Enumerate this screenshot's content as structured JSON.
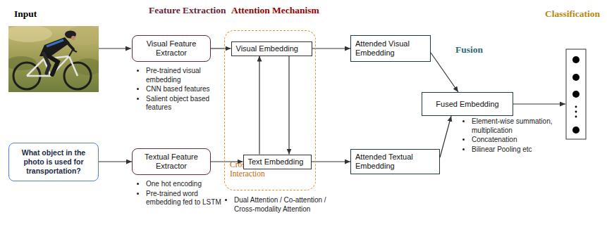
{
  "diagram": {
    "nodes": [
      {
        "text": [
          "Visual Feature Extractor"
        ]
      },
      {
        "text": [
          "Cross Modality Interaction"
        ]
      },
      {
        "text": [
          "Visual Embedding"
        ],
        "in": 1
      },
      {
        "text": [
          "Text Embedding"
        ],
        "in": 1
      },
      {
        "text": [
          "Attended Visual Embedding"
        ]
      },
      {
        "text": [
          "Fused Embedding"
        ]
      },
      {
        "text": [
          "What object in the photo is used for transportation?"
        ]
      },
      {
        "text": [
          "Textual Feature Extractor"
        ]
      },
      {
        "text": [
          "Attended Textual Embedding"
        ]
      }
    ],
    "edges": [
      {
        "from": 0,
        "to": 2,
        "arrow": "to"
      },
      {
        "from": 6,
        "to": 7,
        "arrow": "to"
      },
      {
        "from": 7,
        "to": 3,
        "arrow": "to"
      },
      {
        "from": 3,
        "to": 2,
        "arrow": "to"
      },
      {
        "from": 2,
        "to": 3,
        "arrow": "to"
      },
      {
        "from": 2,
        "to": 4,
        "arrow": "to"
      },
      {
        "from": 3,
        "to": 8,
        "arrow": "to"
      },
      {
        "from": 4,
        "to": 5,
        "arrow": "to"
      },
      {
        "from": 8,
        "to": 5,
        "arrow": "to"
      }
    ],
    "labels": [
      "Input",
      "Feature Extraction",
      "Attention Mechanism",
      "Fusion",
      "Classification",
      "Pre-trained visual embedding",
      "CNN based features",
      "Salient object based features",
      "One hot encoding",
      "Pre-trained word embedding fed to LSTM",
      "Dual Attention / Co-attention / Cross-modality Attention",
      "Element-wise summation, multiplication",
      "Concatenation",
      "Bilinear Pooling etc"
    ]
  }
}
